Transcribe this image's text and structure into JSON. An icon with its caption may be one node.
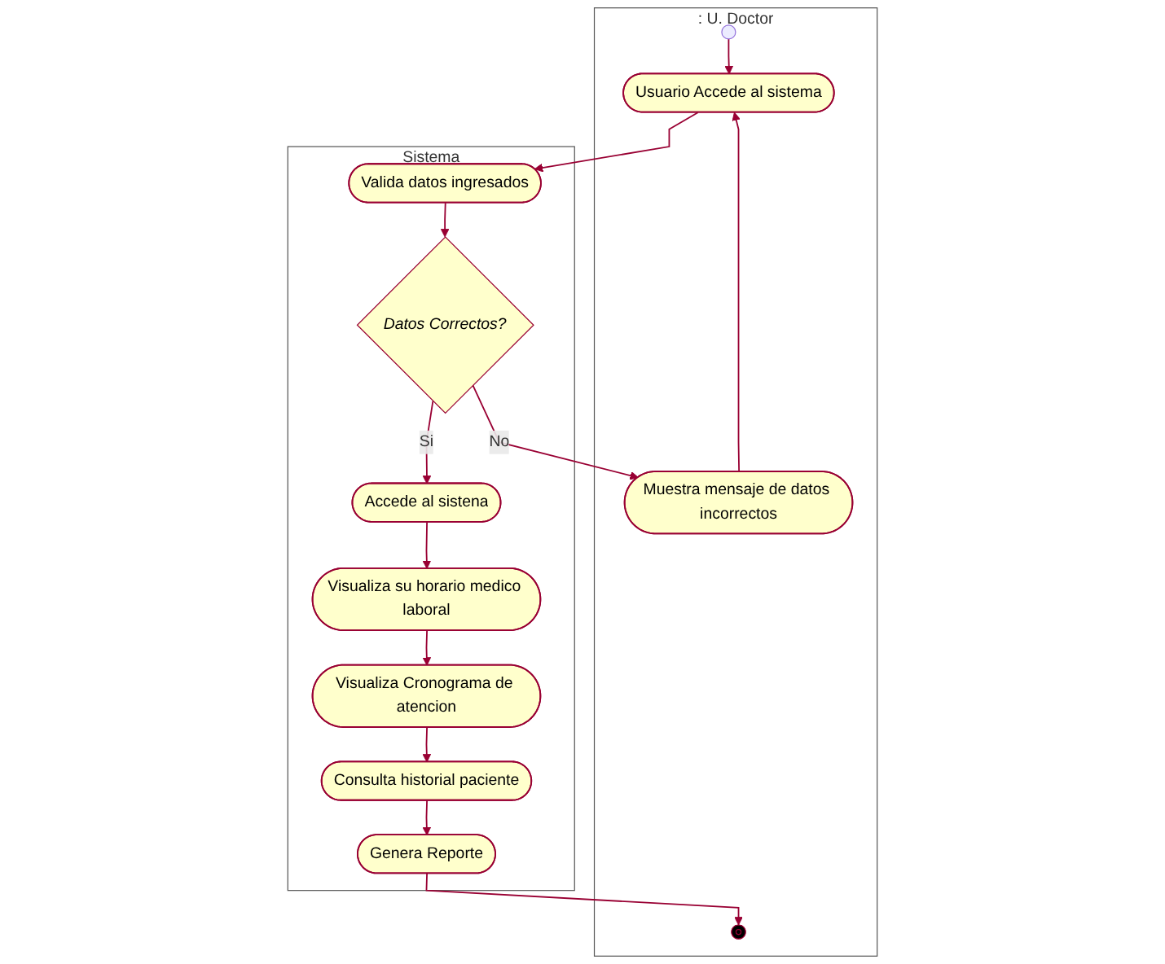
{
  "diagram": {
    "nodes": [
      {
        "text": [
          ": U. Doctor"
        ]
      },
      {
        "text": [
          "Sistema"
        ]
      },
      {
        "text": [],
        "shape": "circle",
        "in": 0
      },
      {
        "text": [
          "Usuario Accede al sistema"
        ],
        "in": 0
      },
      {
        "text": [
          "Muestra mensaje de datos incorrectos"
        ],
        "in": 0
      },
      {
        "text": [],
        "shape": "circle",
        "in": 0
      },
      {
        "text": [
          "Valida datos ingresados"
        ],
        "in": 1
      },
      {
        "text": [
          "Datos Correctos?"
        ],
        "in": 1
      },
      {
        "text": [
          "Accede al sistena"
        ],
        "in": 1
      },
      {
        "text": [
          "Visualiza su horario medico laboral"
        ],
        "in": 1
      },
      {
        "text": [
          "Visualiza Cronograma de atencion"
        ],
        "in": 1
      },
      {
        "text": [
          "Consulta historial paciente"
        ],
        "in": 1
      },
      {
        "text": [
          "Genera Reporte"
        ],
        "in": 1
      }
    ],
    "edges": [
      {
        "from": 2,
        "to": 3,
        "arrow": "to"
      },
      {
        "from": 3,
        "to": 6,
        "arrow": "to"
      },
      {
        "from": 6,
        "to": 7,
        "arrow": "to"
      },
      {
        "from": 7,
        "to": 4,
        "arrow": "to",
        "label": "No"
      },
      {
        "from": 4,
        "to": 3,
        "arrow": "to"
      },
      {
        "from": 7,
        "to": 8,
        "arrow": "to",
        "label": "Si"
      },
      {
        "from": 8,
        "to": 9,
        "arrow": "to"
      },
      {
        "from": 9,
        "to": 10,
        "arrow": "to"
      },
      {
        "from": 10,
        "to": 11,
        "arrow": "to"
      },
      {
        "from": 11,
        "to": 12,
        "arrow": "to"
      },
      {
        "from": 12,
        "to": 5,
        "arrow": "to"
      }
    ]
  }
}
